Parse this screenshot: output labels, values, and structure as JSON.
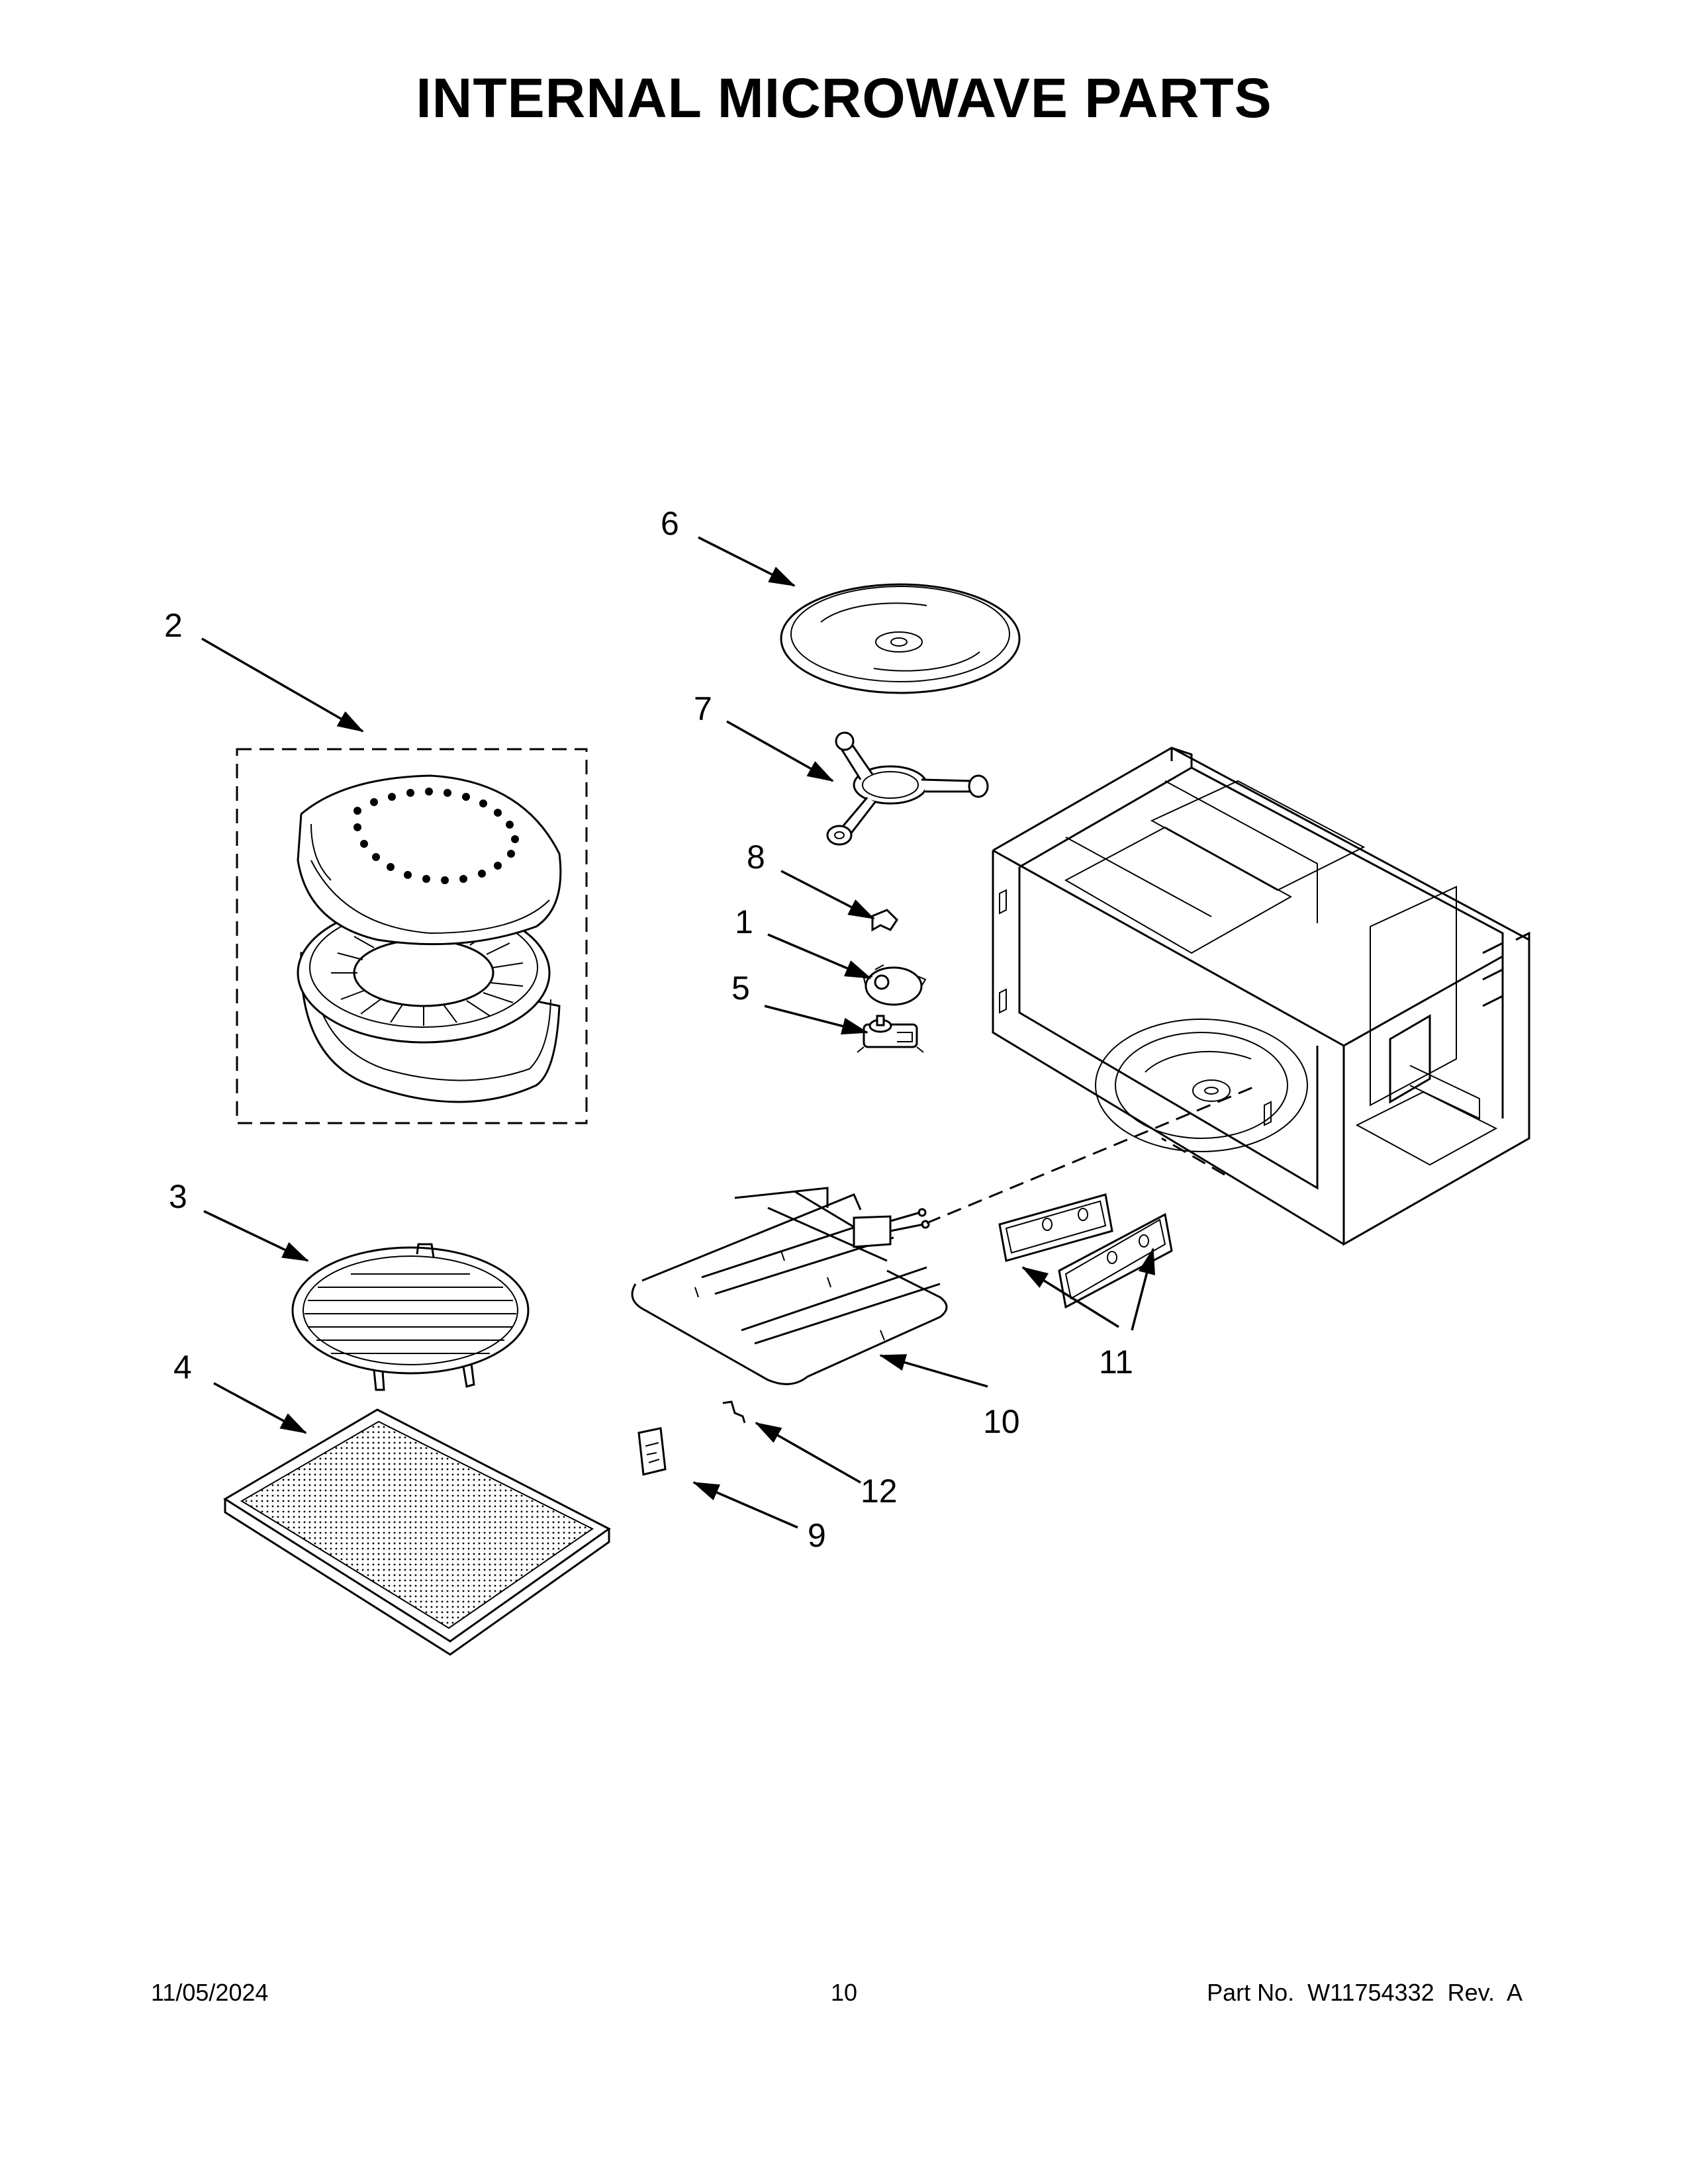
{
  "title": "INTERNAL MICROWAVE PARTS",
  "callouts": [
    "1",
    "2",
    "3",
    "4",
    "5",
    "6",
    "7",
    "8",
    "9",
    "10",
    "11",
    "12"
  ],
  "footer": {
    "date": "11/05/2024",
    "page": "10",
    "part_no": "Part No.  W11754332  Rev.  A"
  }
}
